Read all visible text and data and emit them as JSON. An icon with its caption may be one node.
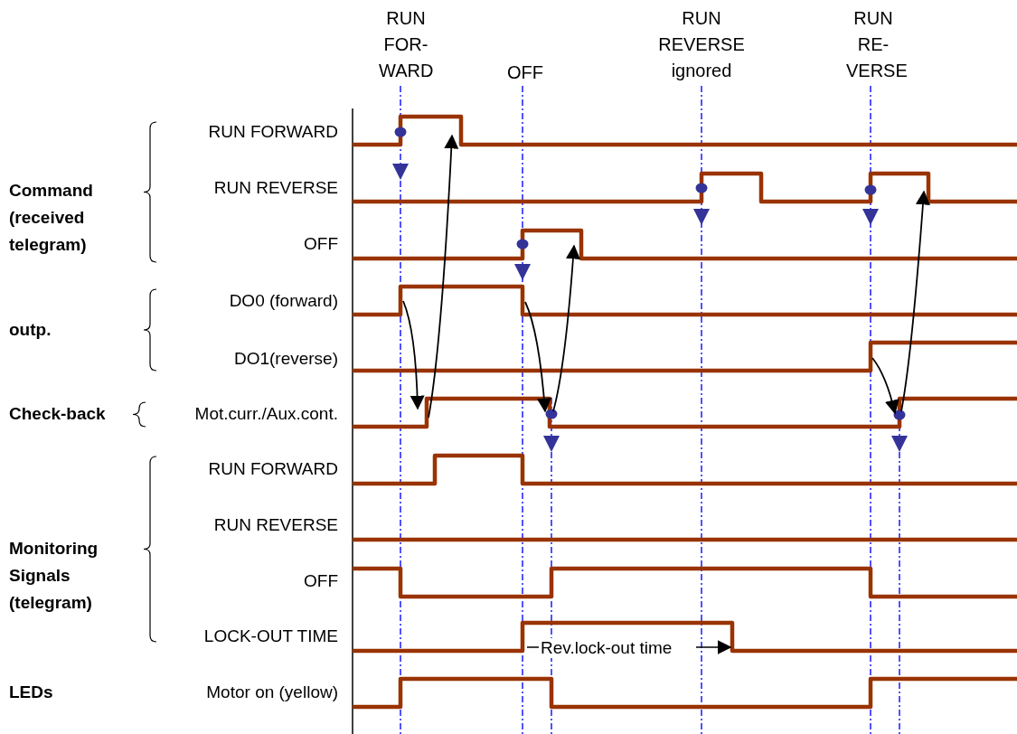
{
  "diagram": {
    "labels": [
      "RUN FOR- WARD",
      "OFF",
      "RUN REVERSE ignored",
      "RUN RE- VERSE",
      "RUN FORWARD",
      "Command (received telegram)",
      "RUN REVERSE",
      "OFF",
      "DO0 (forward)",
      "outp.",
      "DO1(reverse)",
      "Check-back",
      "Mot.curr./Aux.cont.",
      "RUN FORWARD",
      "Monitoring Signals (telegram)",
      "RUN REVERSE",
      "OFF",
      "LOCK-OUT TIME",
      "Rev.lock-out time",
      "LEDs",
      "Motor on (yellow)"
    ]
  }
}
